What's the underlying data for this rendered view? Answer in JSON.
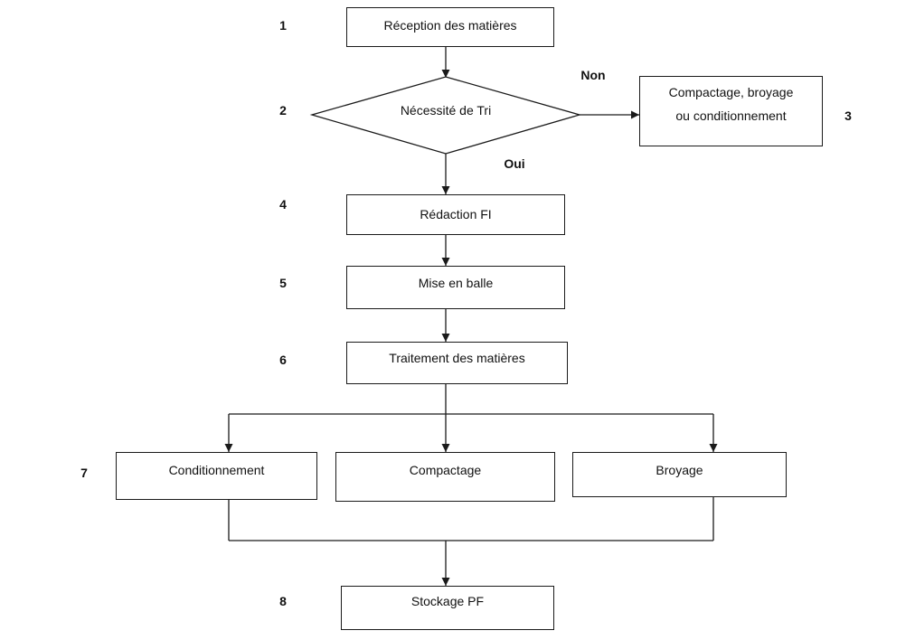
{
  "flowchart": {
    "step1": {
      "number": "1",
      "label": "Réception des matières"
    },
    "step2": {
      "number": "2",
      "label": "Nécessité de Tri",
      "branch_no": "Non",
      "branch_yes": "Oui"
    },
    "step3": {
      "number": "3",
      "label_line1": "Compactage, broyage",
      "label_line2": "ou conditionnement"
    },
    "step4": {
      "number": "4",
      "label": "Rédaction FI"
    },
    "step5": {
      "number": "5",
      "label": "Mise en balle"
    },
    "step6": {
      "number": "6",
      "label": "Traitement des matières"
    },
    "step7": {
      "number": "7",
      "options": [
        "Conditionnement",
        "Compactage",
        "Broyage"
      ]
    },
    "step8": {
      "number": "8",
      "label": "Stockage PF"
    }
  },
  "colors": {
    "stroke": "#1a1a1a",
    "background": "#ffffff",
    "text": "#111111"
  }
}
